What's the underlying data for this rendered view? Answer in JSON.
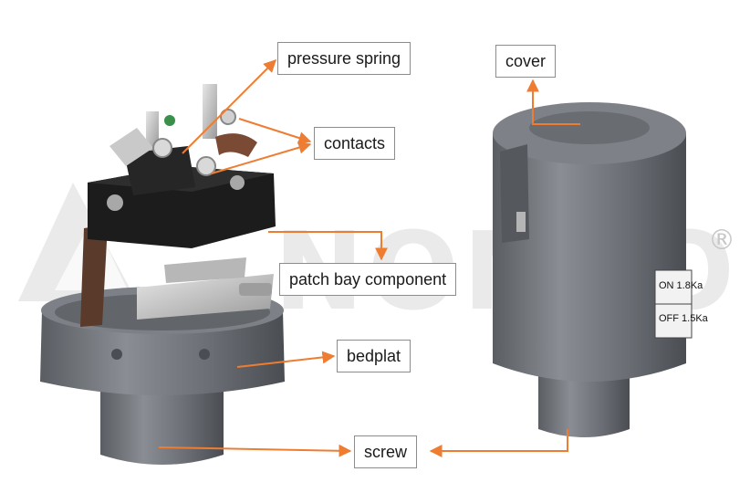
{
  "labels": {
    "pressure_spring": "pressure spring",
    "contacts": "contacts",
    "cover": "cover",
    "patch_bay": "patch bay component",
    "bedplat": "bedplat",
    "screw": "screw"
  },
  "watermark": {
    "text": "NONRO",
    "registered_mark": "®"
  },
  "cover_sticker": {
    "on_text": "ON 1.8Ka",
    "off_text": "OFF 1.5Ka"
  },
  "colors": {
    "arrow": "#ee7d31",
    "housing_gray": "#6e7278",
    "switch_black": "#1c1c1c",
    "label_border": "#8c8c8c"
  }
}
